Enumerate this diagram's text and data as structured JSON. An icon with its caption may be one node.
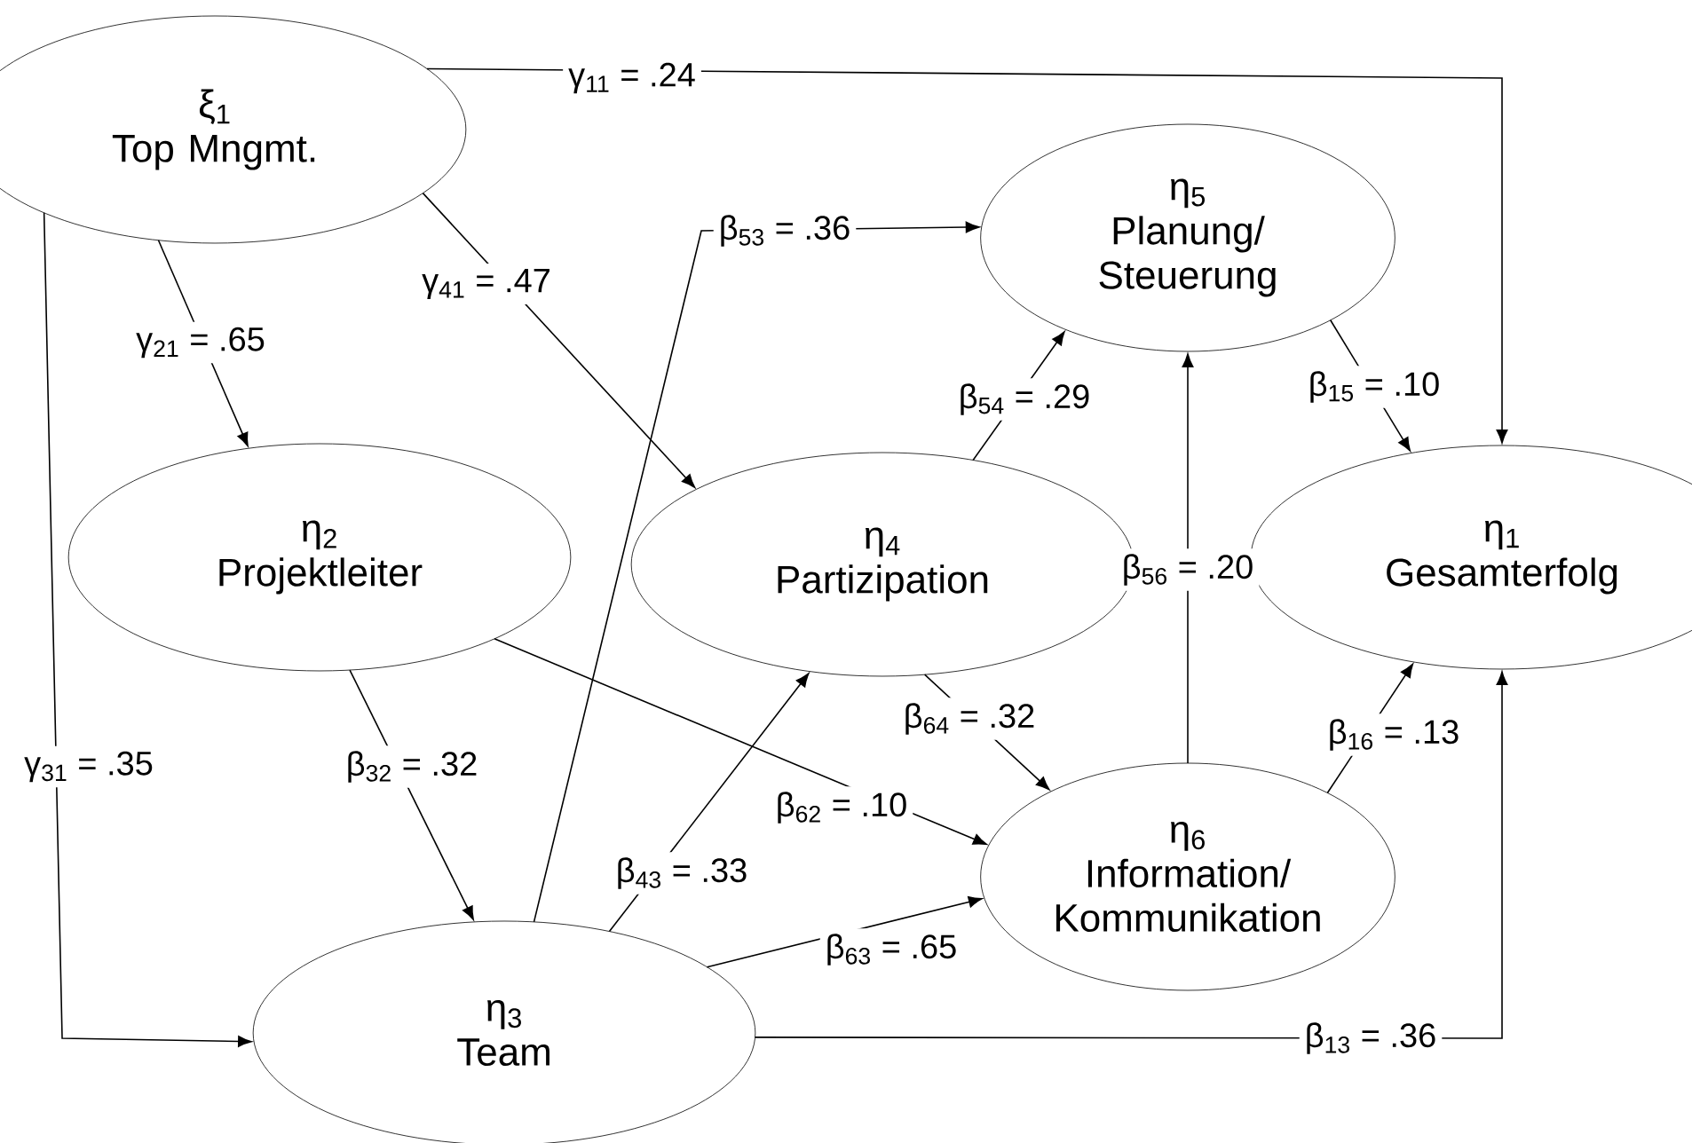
{
  "diagram": {
    "nodes": [
      {
        "text": [
          "ξ$_{1}$",
          "Top Mngmt."
        ]
      },
      {
        "text": [
          "η$_{5}$",
          "Planung/ Steuerung"
        ]
      },
      {
        "text": [
          "η$_{2}$",
          "Projektleiter"
        ]
      },
      {
        "text": [
          "η$_{4}$",
          "Partizipation"
        ]
      },
      {
        "text": [
          "η$_{1}$",
          "Gesamterfolg"
        ]
      },
      {
        "text": [
          "η$_{6}$",
          "Information/ Kommunikation"
        ]
      },
      {
        "text": [
          "η$_{3}$",
          "Team"
        ]
      }
    ],
    "edges": [
      {
        "from": 0,
        "to": 4,
        "arrow": "to",
        "label": "γ$_{11}$ = .24"
      },
      {
        "from": 0,
        "to": 2,
        "arrow": "to",
        "label": "γ$_{21}$ = .65"
      },
      {
        "from": 0,
        "to": 3,
        "arrow": "to",
        "label": "γ$_{41}$ = .47"
      },
      {
        "from": 0,
        "to": 6,
        "arrow": "to",
        "label": "γ$_{31}$ = .35"
      },
      {
        "from": 6,
        "to": 1,
        "arrow": "to",
        "label": "β$_{53}$ = .36"
      },
      {
        "from": 3,
        "to": 1,
        "arrow": "to",
        "label": "β$_{54}$ = .29"
      },
      {
        "from": 1,
        "to": 4,
        "arrow": "to",
        "label": "β$_{15}$ = .10"
      },
      {
        "from": 2,
        "to": 6,
        "arrow": "to",
        "label": "β$_{32}$ = .32"
      },
      {
        "from": 2,
        "to": 5,
        "arrow": "to",
        "label": "β$_{62}$ = .10"
      },
      {
        "from": 6,
        "to": 3,
        "arrow": "to",
        "label": "β$_{43}$ = .33"
      },
      {
        "from": 6,
        "to": 5,
        "arrow": "to",
        "label": "β$_{63}$ = .65"
      },
      {
        "from": 3,
        "to": 5,
        "arrow": "to",
        "label": "β$_{64}$ = .32"
      },
      {
        "from": 5,
        "to": 1,
        "arrow": "to",
        "label": "β$_{56}$ = .20"
      },
      {
        "from": 5,
        "to": 4,
        "arrow": "to",
        "label": "β$_{16}$ = .13"
      },
      {
        "from": 6,
        "to": 4,
        "arrow": "to",
        "label": "β$_{13}$ = .36"
      }
    ]
  }
}
